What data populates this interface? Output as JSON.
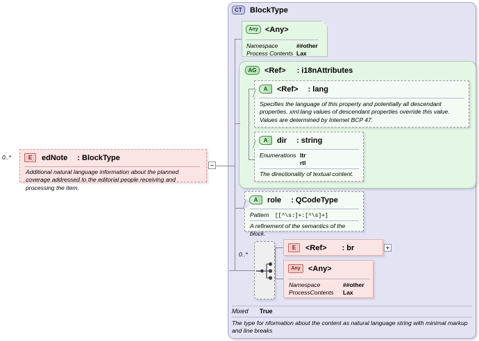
{
  "diagram": {
    "title": "XSD schema diagram",
    "complex_type": {
      "badge": "CT",
      "name": "BlockType",
      "mixed_label": "Mixed",
      "mixed_value": "True",
      "documentation": "The type for nformation about the content as natural language string with minimal markup and line breaks"
    },
    "any_top": {
      "badge": "Any",
      "name": "<Any>",
      "props": [
        {
          "key": "Namespace",
          "value": "##other"
        },
        {
          "key": "Process Contents",
          "value": "Lax"
        }
      ]
    },
    "attribute_group": {
      "badge": "AG",
      "name": "<Ref>",
      "type": ": i18nAttributes",
      "attributes": [
        {
          "badge": "A",
          "name": "<Ref>",
          "type": ": lang",
          "documentation": "Specifies the language of this property and potentially all descendant properties. xml:lang values of descendant properties override this value. Values are determined by Internet BCP 47."
        },
        {
          "badge": "A",
          "name": "dir",
          "type": ": string",
          "facet_label": "Enumerations",
          "facet_values": [
            "ltr",
            "rtl"
          ],
          "documentation": "The directionality of textual content."
        }
      ]
    },
    "role_attribute": {
      "badge": "A",
      "name": "role",
      "type": ": QCodeType",
      "facet_label": "Pattern",
      "facet_value": "[[^\\s:]+:[^\\s]+]",
      "documentation": "A refinement of the semantics of the block."
    },
    "choice": {
      "occurrence": "0..*",
      "symbol": "choice-symbol"
    },
    "br_ref": {
      "badge": "E",
      "name": "<Ref>",
      "type": ": br",
      "toggle": "+"
    },
    "any_bottom": {
      "badge": "Any",
      "name": "<Any>",
      "props": [
        {
          "key": "Namespace",
          "value": "##other"
        },
        {
          "key": "ProcessContents",
          "value": "Lax"
        }
      ]
    },
    "element": {
      "occurrence": "0..*",
      "badge": "E",
      "name": "edNote",
      "type": ": BlockType",
      "documentation": "Additional natural language information about the planned coverage addressed to the editorial people receiving and processing the item.",
      "toggle": "-"
    },
    "colors": {
      "panel_bg": "#e3e3f4",
      "green_bg": "#e4f6e4",
      "red_bg": "#fbe4e4",
      "connector": "#8b8b9b"
    }
  }
}
